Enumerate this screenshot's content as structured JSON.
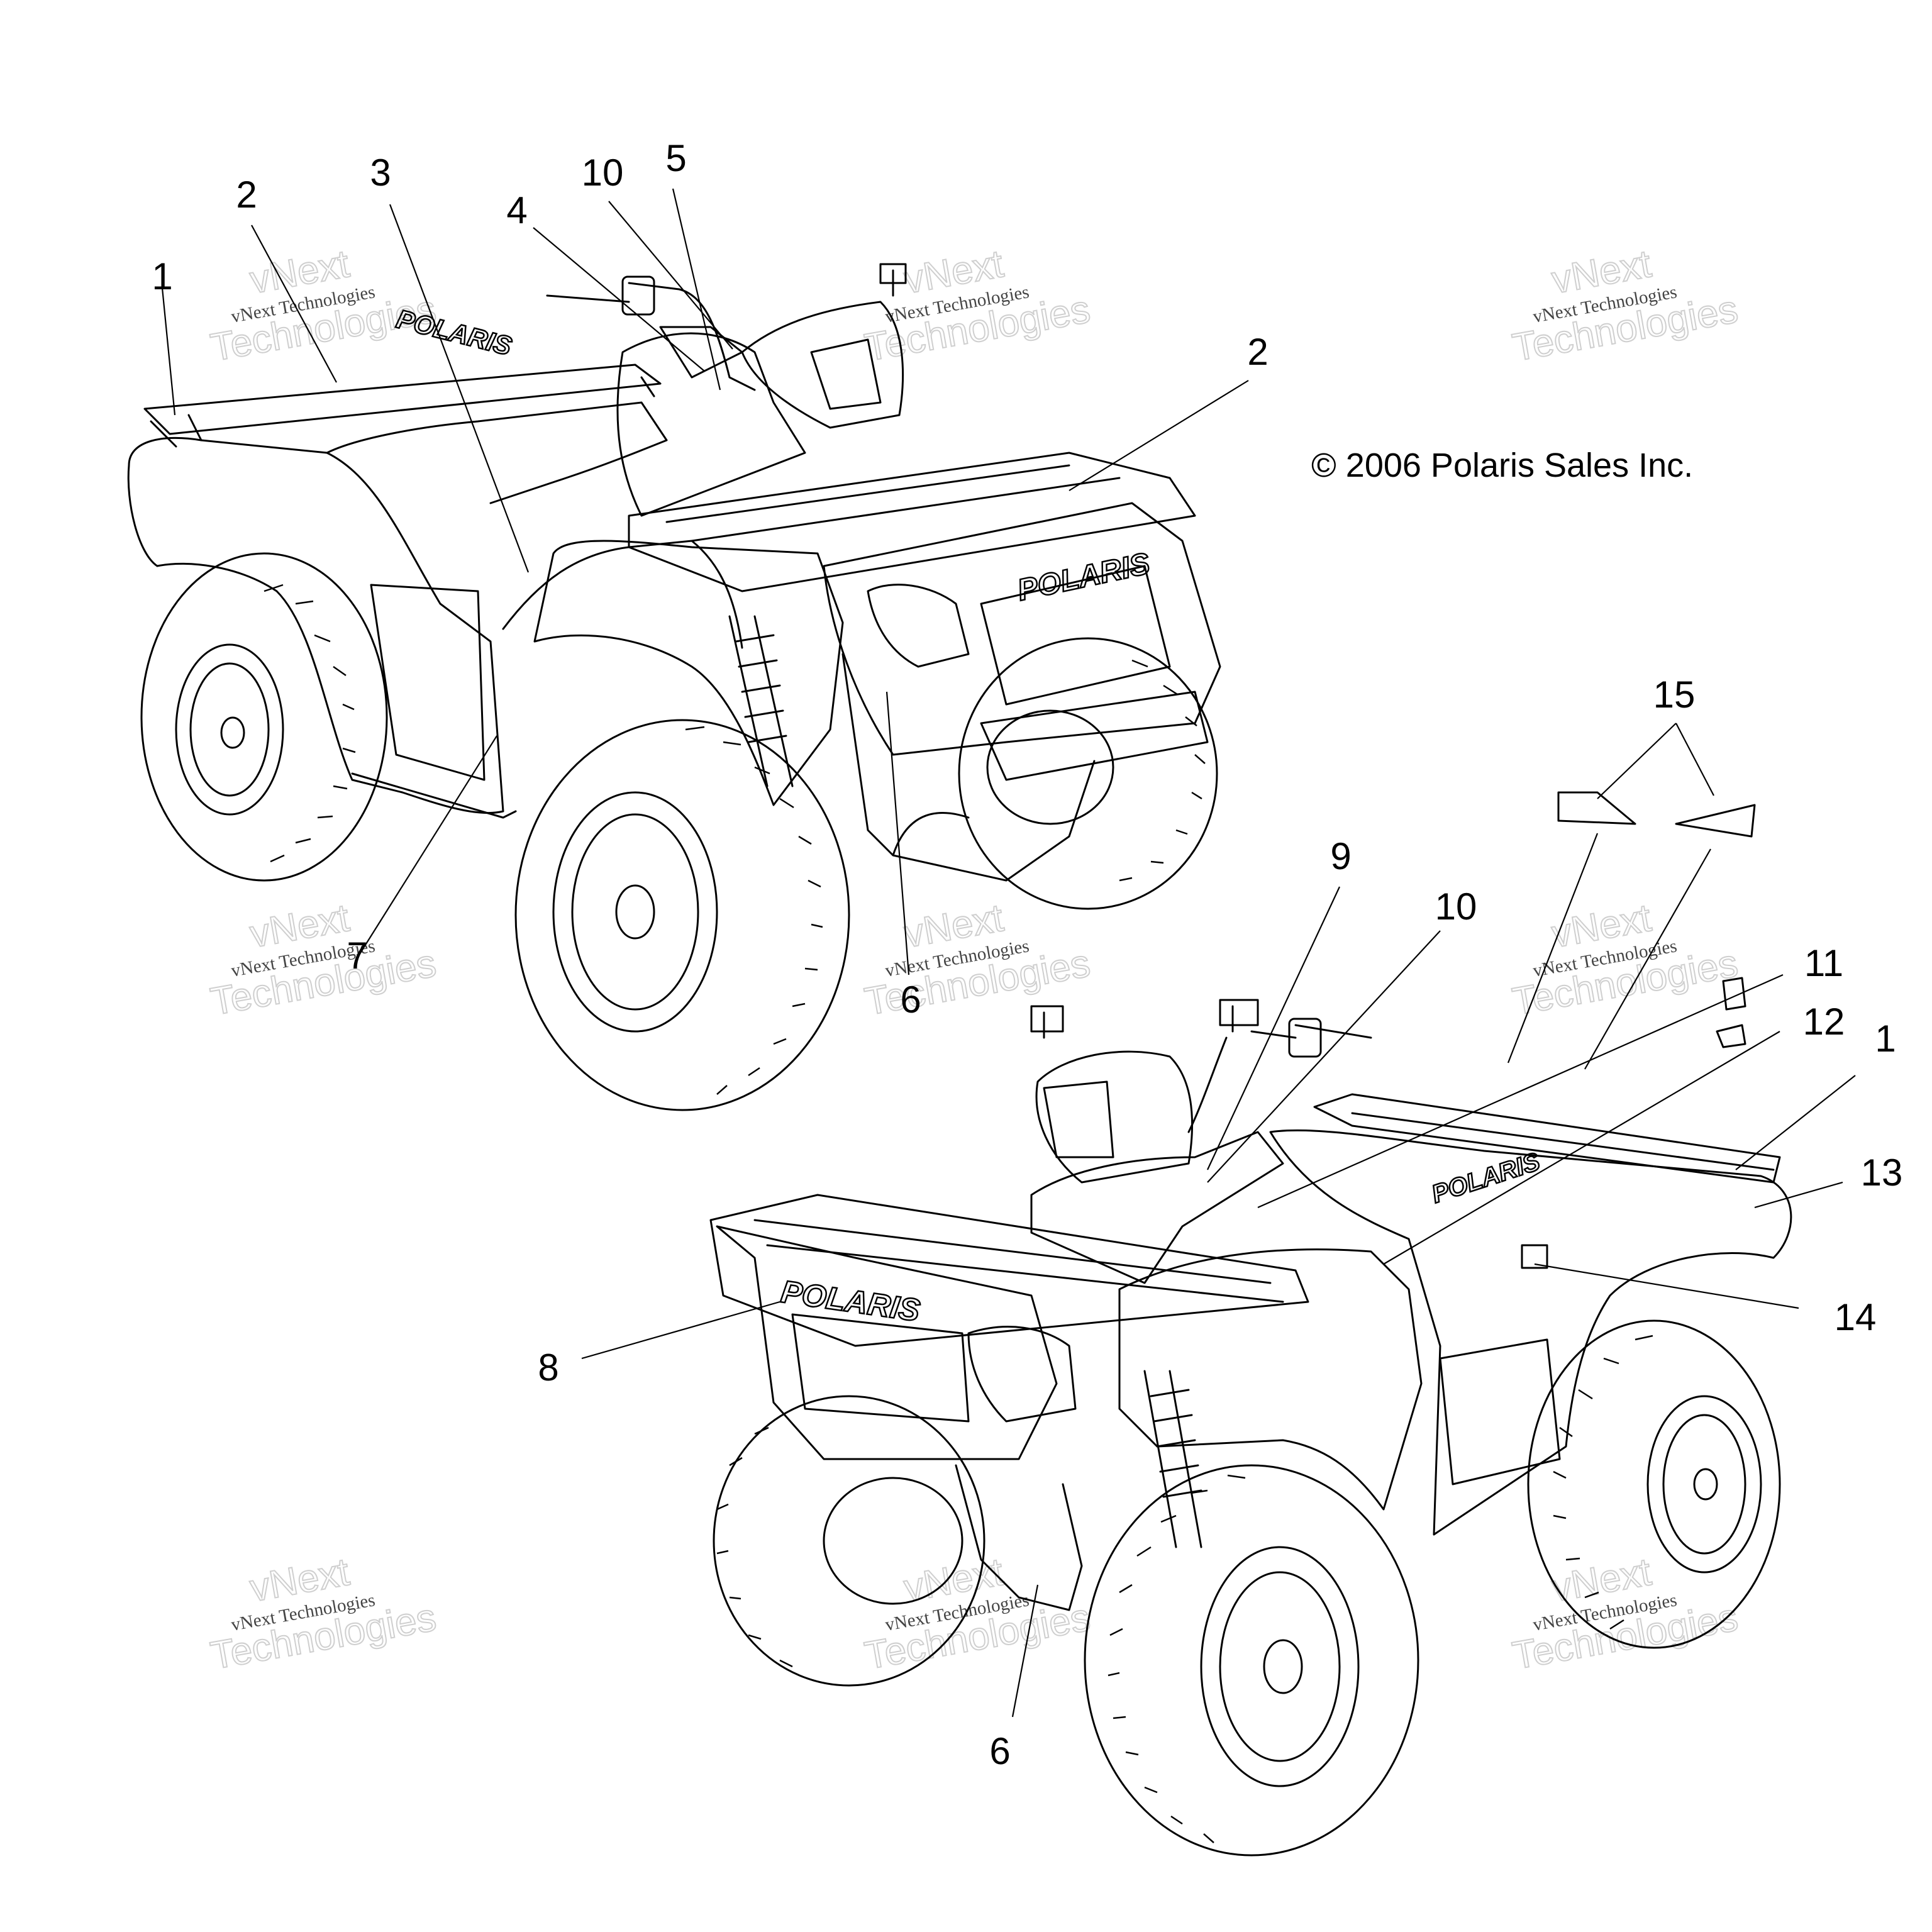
{
  "copyright": "© 2006 Polaris Sales Inc.",
  "brand_logo": "POLARIS",
  "watermark": {
    "line1": "vNext",
    "line2": "vNext Technologies",
    "line3": "Technologies"
  },
  "callouts": [
    {
      "id": "c-1a",
      "label": "1"
    },
    {
      "id": "c-2a",
      "label": "2"
    },
    {
      "id": "c-3",
      "label": "3"
    },
    {
      "id": "c-4",
      "label": "4"
    },
    {
      "id": "c-10a",
      "label": "10"
    },
    {
      "id": "c-5",
      "label": "5"
    },
    {
      "id": "c-2b",
      "label": "2"
    },
    {
      "id": "c-7",
      "label": "7"
    },
    {
      "id": "c-6a",
      "label": "6"
    },
    {
      "id": "c-15",
      "label": "15"
    },
    {
      "id": "c-9",
      "label": "9"
    },
    {
      "id": "c-10b",
      "label": "10"
    },
    {
      "id": "c-11",
      "label": "11"
    },
    {
      "id": "c-12",
      "label": "12"
    },
    {
      "id": "c-1b",
      "label": "1"
    },
    {
      "id": "c-13",
      "label": "13"
    },
    {
      "id": "c-14",
      "label": "14"
    },
    {
      "id": "c-8",
      "label": "8"
    },
    {
      "id": "c-6b",
      "label": "6"
    }
  ]
}
